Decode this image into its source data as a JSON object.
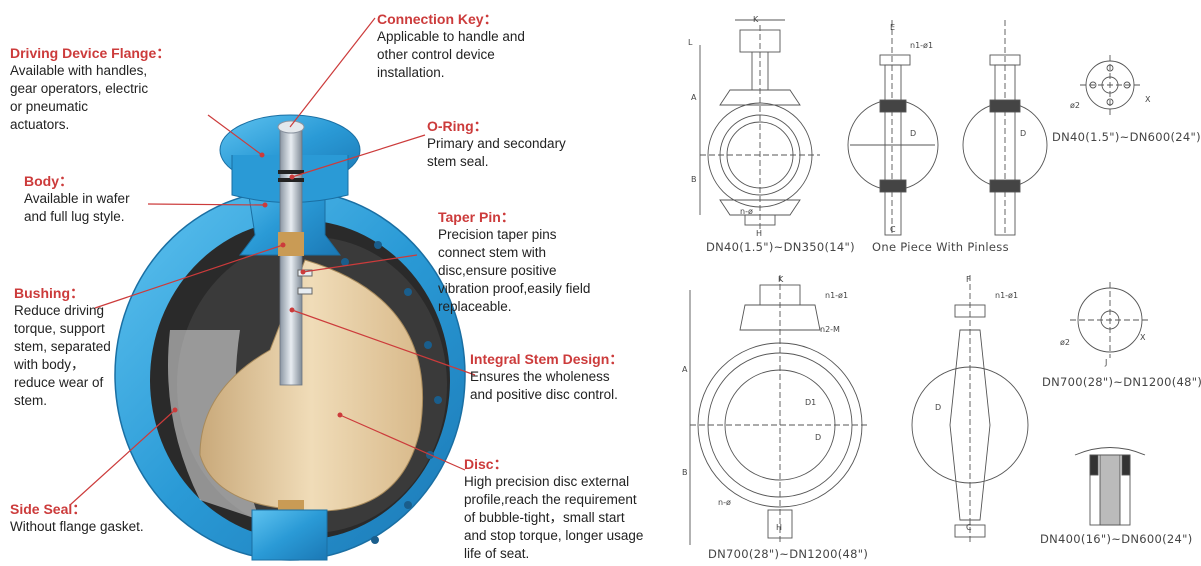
{
  "callouts": {
    "driving_device_flange": {
      "title": "Driving Device Flange：",
      "desc": "Available with handles,\ngear operators, electric\nor pneumatic\nactuators."
    },
    "body": {
      "title": "Body：",
      "desc": "Available in wafer\nand full lug style."
    },
    "bushing": {
      "title": "Bushing：",
      "desc": "Reduce driving\ntorque, support\nstem, separated\nwith body，\nreduce wear of\nstem."
    },
    "side_seal": {
      "title": "Side Seal：",
      "desc": "Without flange gasket."
    },
    "connection_key": {
      "title": "Connection Key：",
      "desc": "Applicable to handle and\nother control device\ninstallation."
    },
    "o_ring": {
      "title": "O-Ring：",
      "desc": "Primary and secondary\nstem seal."
    },
    "taper_pin": {
      "title": "Taper Pin：",
      "desc": "Precision taper pins\nconnect stem with\ndisc,ensure positive\nvibration proof,easily field\nreplaceable."
    },
    "integral_stem": {
      "title": "Integral Stem Design：",
      "desc": "Ensures the wholeness\nand positive disc control."
    },
    "disc": {
      "title": "Disc：",
      "desc": "High precision disc external\nprofile,reach the requirement\nof bubble-tight，small start\nand stop torque, longer usage\nlife of seat."
    }
  },
  "drawings": {
    "captions": {
      "dn40_350": "DN40(1.5\")~DN350(14\")",
      "one_piece": "One Piece With Pinless",
      "dn40_600": "DN40(1.5\")~DN600(24\")",
      "dn700_1200_a": "DN700(28\")~DN1200(48\")",
      "dn700_1200_b": "DN700(28\")~DN1200(48\")",
      "dn400_600": "DN400(16\")~DN600(24\")"
    },
    "labels": {
      "K": "K",
      "E": "E",
      "F": "F",
      "A": "A",
      "B": "B",
      "C": "C",
      "D": "D",
      "D1": "D1",
      "H": "H",
      "L": "L",
      "J": "J",
      "X": "X",
      "n1_phi1": "n1-ø1",
      "n2_M": "n2-M",
      "n_phi": "n-ø",
      "phi2": "ø2"
    }
  },
  "colors": {
    "accent": "#cc3b3b",
    "body_blue": "#2a9ad6",
    "disc_tan": "#e3c9a0",
    "seat_black": "#2a2a2a"
  }
}
